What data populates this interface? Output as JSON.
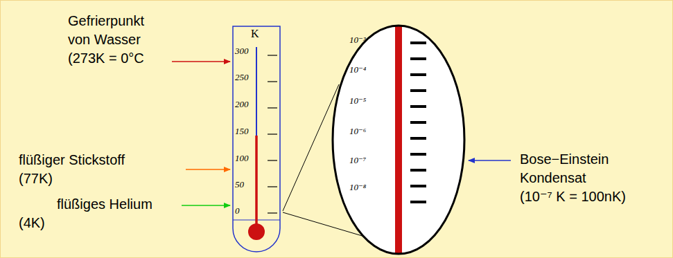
{
  "diagram": {
    "labels": [
      "Gefrierpunkt von Wasser (273K = 0°C",
      "flüßiger Stickstoff (77K)",
      "flüßiges Helium (4K)",
      "Bose−Einstein Kondensat (10⁻⁷ K = 100nK)",
      "K",
      "300",
      "250",
      "200",
      "150",
      "100",
      "50",
      "0",
      "10⁻³",
      "10⁻⁴",
      "10⁻⁵",
      "10⁻⁶",
      "10⁻⁷",
      "10⁻⁸"
    ]
  }
}
